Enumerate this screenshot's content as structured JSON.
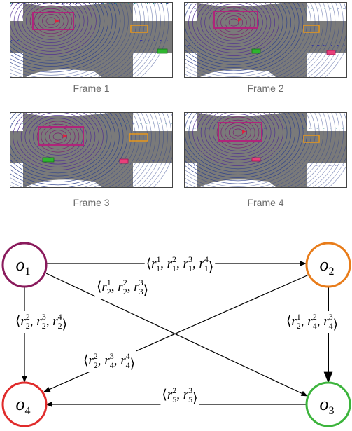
{
  "frames": [
    {
      "label": "Frame 1"
    },
    {
      "label": "Frame 2"
    },
    {
      "label": "Frame 3"
    },
    {
      "label": "Frame 4"
    }
  ],
  "colors": {
    "o1": "#8a1a5c",
    "o2": "#e87c1a",
    "o3": "#3cb43c",
    "o4": "#e02b2b",
    "road": "#7a7a7a",
    "contour": "#3a2e8c",
    "box_magenta": "#b0247a",
    "box_orange": "#e8961a",
    "box_green": "#2fb52f",
    "box_pink": "#e8407a"
  },
  "graph": {
    "nodes": [
      {
        "id": "o1",
        "base": "o",
        "sub": "1"
      },
      {
        "id": "o2",
        "base": "o",
        "sub": "2"
      },
      {
        "id": "o3",
        "base": "o",
        "sub": "3"
      },
      {
        "id": "o4",
        "base": "o",
        "sub": "4"
      }
    ],
    "edges": [
      {
        "id": "o1-o2",
        "terms": [
          {
            "b": "r",
            "sub": "1",
            "sup": "1"
          },
          {
            "b": "r",
            "sub": "1",
            "sup": "2"
          },
          {
            "b": "r",
            "sub": "1",
            "sup": "3"
          },
          {
            "b": "r",
            "sub": "1",
            "sup": "4"
          }
        ]
      },
      {
        "id": "o1-o3",
        "terms": [
          {
            "b": "r",
            "sub": "2",
            "sup": "1"
          },
          {
            "b": "r",
            "sub": "2",
            "sup": "2"
          },
          {
            "b": "r",
            "sub": "3",
            "sup": "3"
          }
        ]
      },
      {
        "id": "o1-o4",
        "terms": [
          {
            "b": "r",
            "sub": "2",
            "sup": "2"
          },
          {
            "b": "r",
            "sub": "2",
            "sup": "3"
          },
          {
            "b": "r",
            "sub": "2",
            "sup": "4"
          }
        ]
      },
      {
        "id": "o2-o3",
        "terms": [
          {
            "b": "r",
            "sub": "2",
            "sup": "1"
          },
          {
            "b": "r",
            "sub": "4",
            "sup": "2"
          },
          {
            "b": "r",
            "sub": "4",
            "sup": "3"
          }
        ]
      },
      {
        "id": "o2-o4",
        "terms": [
          {
            "b": "r",
            "sub": "2",
            "sup": "2"
          },
          {
            "b": "r",
            "sub": "4",
            "sup": "3"
          },
          {
            "b": "r",
            "sub": "4",
            "sup": "4"
          }
        ]
      },
      {
        "id": "o3-o4",
        "terms": [
          {
            "b": "r",
            "sub": "5",
            "sup": "2"
          },
          {
            "b": "r",
            "sub": "5",
            "sup": "3"
          }
        ]
      }
    ]
  }
}
